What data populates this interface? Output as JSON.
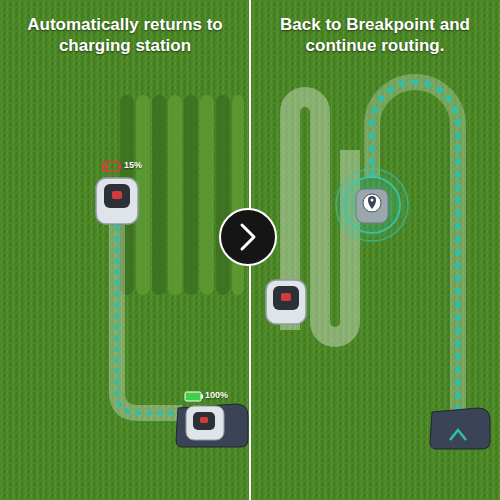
{
  "diagram": {
    "labels": [
      "Automatically returns to charging station",
      "Back to Breakpoint and continue routing.",
      "15%",
      "100%"
    ]
  }
}
